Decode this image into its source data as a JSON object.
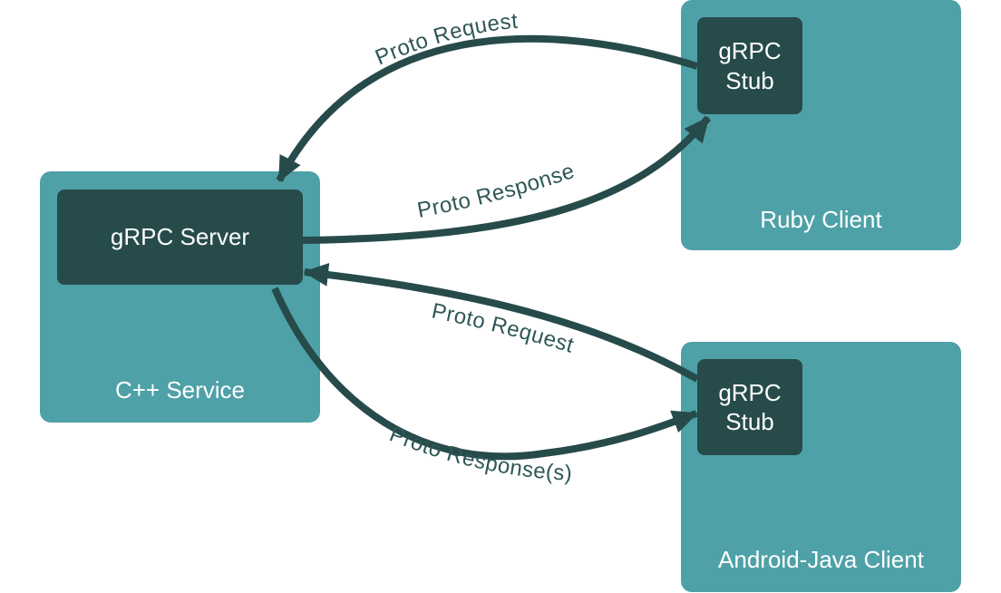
{
  "colors": {
    "box": "#4ea1a7",
    "inner": "#264b4a",
    "arrow": "#264b4a",
    "label": "#2d5756"
  },
  "server": {
    "title": "gRPC Server",
    "caption": "C++ Service"
  },
  "ruby": {
    "stub_line1": "gRPC",
    "stub_line2": "Stub",
    "caption": "Ruby Client"
  },
  "android": {
    "stub_line1": "gRPC",
    "stub_line2": "Stub",
    "caption": "Android-Java Client"
  },
  "arrows": {
    "ruby_request": "Proto Request",
    "ruby_response": "Proto Response",
    "android_request": "Proto Request",
    "android_response": "Proto Response(s)"
  }
}
